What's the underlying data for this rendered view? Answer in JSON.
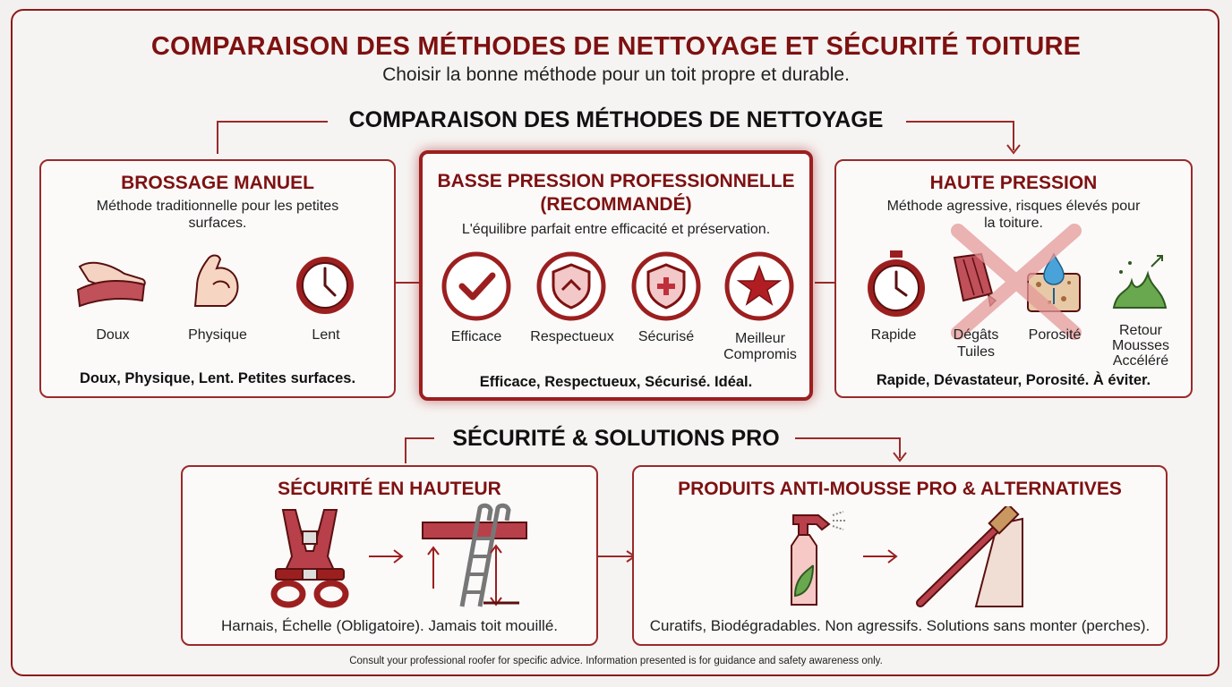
{
  "header": {
    "title": "COMPARAISON DES MÉTHODES DE NETTOYAGE ET SÉCURITÉ TOITURE",
    "subtitle": "Choisir la bonne méthode pour un toit propre et durable."
  },
  "section1": {
    "title": "COMPARAISON DES MÉTHODES DE NETTOYAGE"
  },
  "manual": {
    "title": "BROSSAGE MANUEL",
    "desc_line1": "Méthode traditionnelle pour les petites",
    "desc_line2": "surfaces.",
    "items": [
      "Doux",
      "Physique",
      "Lent"
    ],
    "summary": "Doux, Physique, Lent. Petites surfaces."
  },
  "low_pressure": {
    "title_line1": "BASSE PRESSION PROFESSIONNELLE",
    "title_line2": "(RECOMMANDÉ)",
    "desc": "L'équilibre parfait entre efficacité et préservation.",
    "items": [
      "Efficace",
      "Respectueux",
      "Sécurisé",
      "Meilleur",
      "Compromis"
    ],
    "summary": "Efficace, Respectueux, Sécurisé. Idéal."
  },
  "high_pressure": {
    "title": "HAUTE PRESSION",
    "desc_line1": "Méthode agressive, risques élevés pour",
    "desc_line2": "la toiture.",
    "items": [
      "Rapide",
      "Dégâts",
      "Tuiles",
      "Porosité",
      "Retour",
      "Mousses",
      "Accéléré"
    ],
    "summary": "Rapide, Dévastateur, Porosité. À éviter."
  },
  "section2": {
    "title": "SÉCURITÉ & SOLUTIONS PRO"
  },
  "safety": {
    "title": "SÉCURITÉ EN HAUTEUR",
    "summary": "Harnais, Échelle (Obligatoire). Jamais toit mouillé."
  },
  "products": {
    "title": "PRODUITS ANTI-MOUSSE PRO & ALTERNATIVES",
    "summary": "Curatifs, Biodégradables. Non agressifs. Solutions sans monter (perches)."
  },
  "footer": {
    "disclaimer": "Consult your professional roofer for specific advice. Information presented is for guidance and safety awareness only."
  },
  "colors": {
    "accent": "#8b1a1a",
    "title": "#7e1111",
    "background": "#f3f1ef",
    "icon_fill": "#d9858a"
  }
}
